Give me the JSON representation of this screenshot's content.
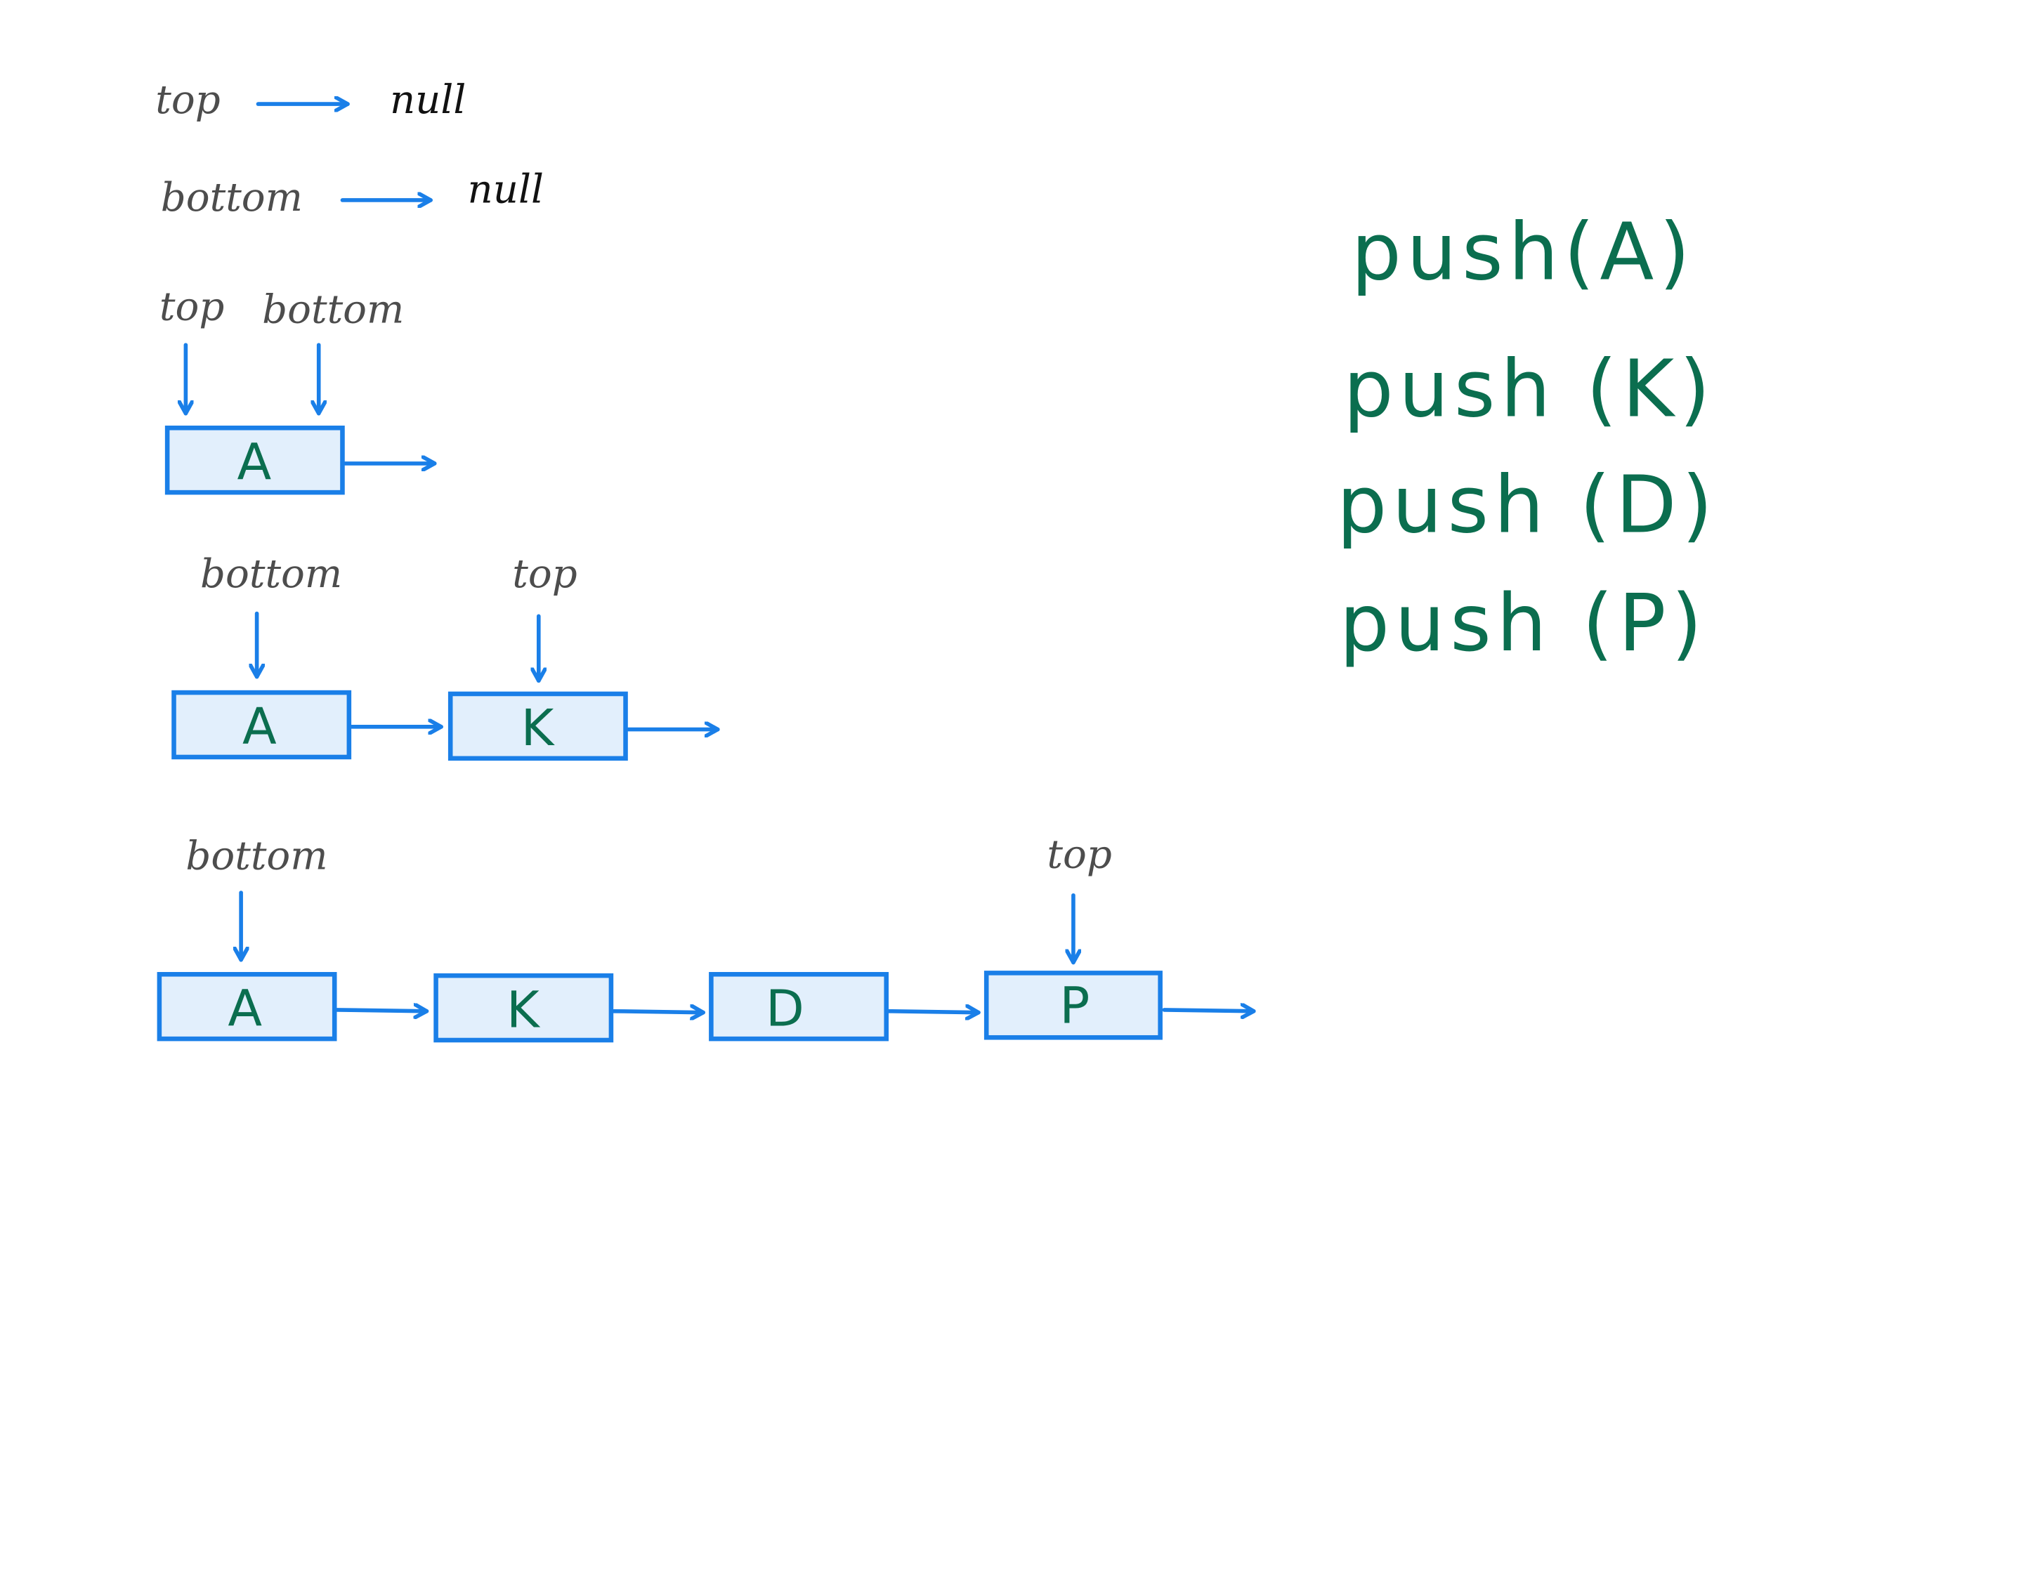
{
  "colors": {
    "pointer_blue": "#1a7fe8",
    "node_fill": "#e2effc",
    "value_green": "#0b6e4f",
    "label_gray": "#4d4d4d",
    "null_black": "#111111"
  },
  "initial_state": {
    "top_label": "top",
    "top_value": "null",
    "bottom_label": "bottom",
    "bottom_value": "null"
  },
  "stages": [
    {
      "pointers": [
        {
          "label": "top",
          "node": 0
        },
        {
          "label": "bottom",
          "node": 0
        }
      ],
      "nodes": [
        "A"
      ]
    },
    {
      "pointers": [
        {
          "label": "bottom",
          "node": 0
        },
        {
          "label": "top",
          "node": 1
        }
      ],
      "nodes": [
        "A",
        "K"
      ]
    },
    {
      "pointers": [
        {
          "label": "bottom",
          "node": 0
        },
        {
          "label": "top",
          "node": 3
        }
      ],
      "nodes": [
        "A",
        "K",
        "D",
        "P"
      ]
    }
  ],
  "operations": [
    {
      "name": "push",
      "arg": "A",
      "text": "push(A)"
    },
    {
      "name": "push",
      "arg": "K",
      "text": "push (K)"
    },
    {
      "name": "push",
      "arg": "D",
      "text": "push (D)"
    },
    {
      "name": "push",
      "arg": "P",
      "text": "push (P)"
    }
  ]
}
